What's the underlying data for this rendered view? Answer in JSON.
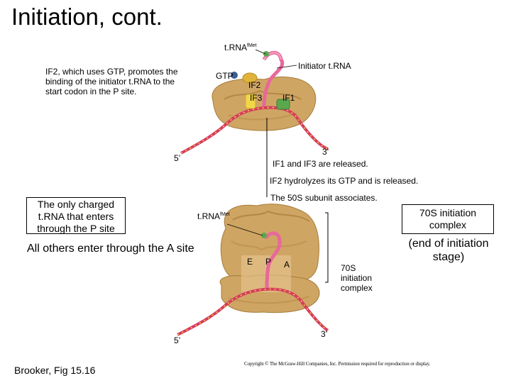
{
  "slide": {
    "title": "Initiation, cont.",
    "credit": "Brooker, Fig 15.16",
    "copyright": "Copyright © The McGraw-Hill Companies, Inc. Permission required for reproduction or display."
  },
  "top_panel": {
    "trna_label": "t.RNA",
    "trna_superscript": "fMet",
    "initiator_label": "Initiator t.RNA",
    "gtp_label": "GTP",
    "if2_label": "IF2",
    "if3_label": "IF3",
    "if1_label": "IF1",
    "description": "IF2, which uses GTP, promotes the binding of the initiator t.RNA to the start codon in the P site.",
    "five_prime": "5’",
    "three_prime": "3’"
  },
  "steps": {
    "step1": "IF1 and IF3 are released.",
    "step2": "IF2 hydrolyzes its GTP and is released.",
    "step3": "The 50S subunit associates."
  },
  "bottom_panel": {
    "trna_label": "t.RNA",
    "trna_superscript": "fMet",
    "site_e": "E",
    "site_p": "P",
    "site_a": "A",
    "complex_label": "70S initiation complex",
    "five_prime": "5’",
    "three_prime": "3’"
  },
  "callouts": {
    "charged_trna": "The only charged t.RNA that enters through the P site",
    "others": "All others enter through the A site",
    "complex_title": "70S initiation complex",
    "end_stage": "(end of initiation stage)"
  },
  "colors": {
    "ribosome": "#cfa563",
    "ribosome_dark": "#a67c3a",
    "mrna": "#d63c5e",
    "mrna_band": "#f2d64a",
    "trna": "#e8689a",
    "green": "#5aa84e",
    "gtp": "#3a5f95"
  }
}
